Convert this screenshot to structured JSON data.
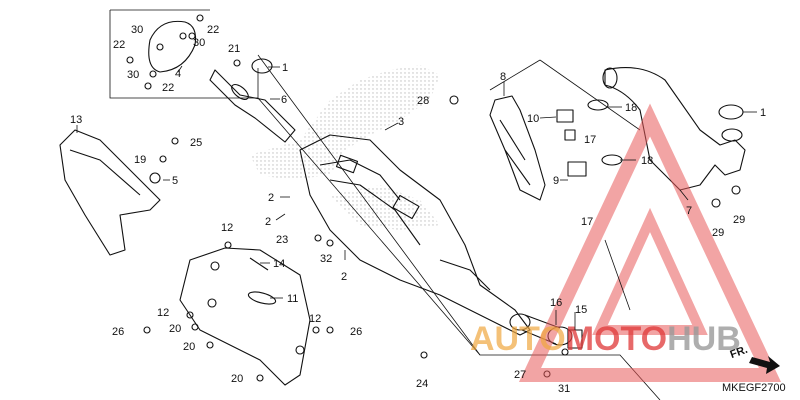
{
  "diagram_code": "MKEGF2700",
  "direction_label": "FR.",
  "watermark": {
    "text": "AUTOMOTOHUB",
    "colors": {
      "triangle": "#e85a5a",
      "auto": "#f0a840",
      "moto": "#e03838",
      "hub": "#9a9a9a"
    }
  },
  "colors": {
    "line": "#111111",
    "halftone": "#bdbdbd"
  },
  "callouts": [
    "1",
    "1",
    "2",
    "2",
    "2",
    "3",
    "4",
    "5",
    "6",
    "7",
    "8",
    "9",
    "10",
    "11",
    "12",
    "12",
    "12",
    "13",
    "14",
    "15",
    "16",
    "17",
    "17",
    "18",
    "18",
    "19",
    "20",
    "20",
    "20",
    "21",
    "22",
    "22",
    "22",
    "23",
    "24",
    "25",
    "26",
    "26",
    "27",
    "28",
    "29",
    "29",
    "30",
    "30",
    "30",
    "31",
    "32"
  ]
}
